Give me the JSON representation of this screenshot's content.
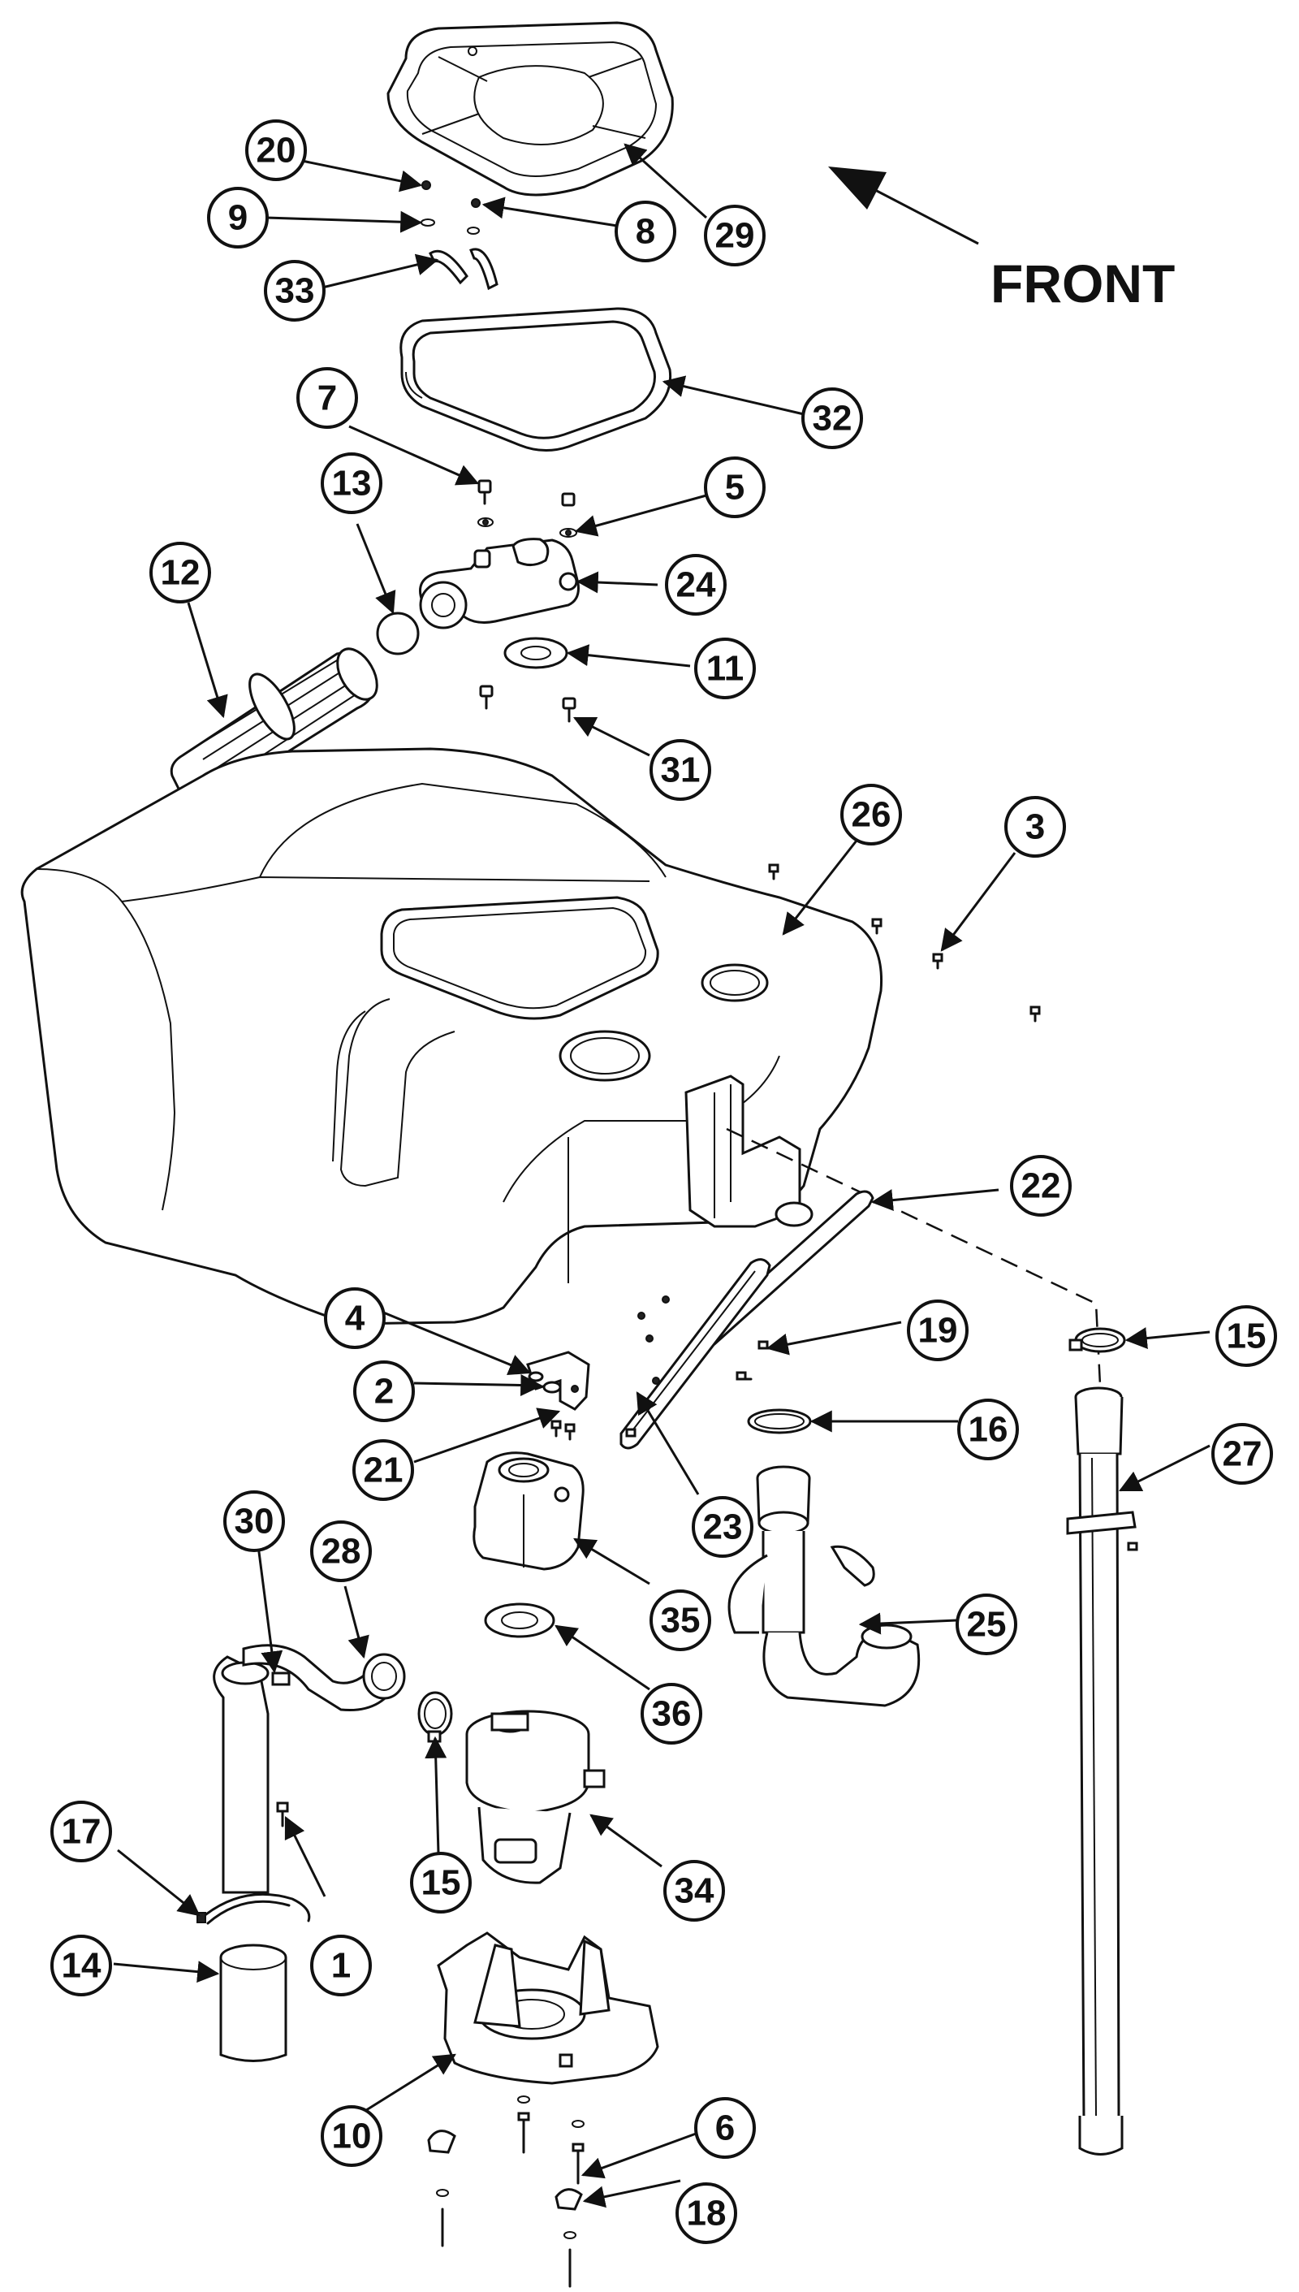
{
  "orientation": {
    "label": "FRONT"
  },
  "callouts": [
    {
      "id": "c20",
      "text": "20"
    },
    {
      "id": "c9",
      "text": "9"
    },
    {
      "id": "c33",
      "text": "33"
    },
    {
      "id": "c8",
      "text": "8"
    },
    {
      "id": "c29",
      "text": "29"
    },
    {
      "id": "c32",
      "text": "32"
    },
    {
      "id": "c7",
      "text": "7"
    },
    {
      "id": "c13",
      "text": "13"
    },
    {
      "id": "c5",
      "text": "5"
    },
    {
      "id": "c12",
      "text": "12"
    },
    {
      "id": "c24",
      "text": "24"
    },
    {
      "id": "c11",
      "text": "11"
    },
    {
      "id": "c31",
      "text": "31"
    },
    {
      "id": "c26",
      "text": "26"
    },
    {
      "id": "c3",
      "text": "3"
    },
    {
      "id": "c22",
      "text": "22"
    },
    {
      "id": "c4",
      "text": "4"
    },
    {
      "id": "c2",
      "text": "2"
    },
    {
      "id": "c19",
      "text": "19"
    },
    {
      "id": "c15a",
      "text": "15"
    },
    {
      "id": "c21",
      "text": "21"
    },
    {
      "id": "c16",
      "text": "16"
    },
    {
      "id": "c27",
      "text": "27"
    },
    {
      "id": "c23",
      "text": "23"
    },
    {
      "id": "c30",
      "text": "30"
    },
    {
      "id": "c28",
      "text": "28"
    },
    {
      "id": "c35",
      "text": "35"
    },
    {
      "id": "c25",
      "text": "25"
    },
    {
      "id": "c36",
      "text": "36"
    },
    {
      "id": "c17",
      "text": "17"
    },
    {
      "id": "c15b",
      "text": "15"
    },
    {
      "id": "c34",
      "text": "34"
    },
    {
      "id": "c1",
      "text": "1"
    },
    {
      "id": "c14",
      "text": "14"
    },
    {
      "id": "c10",
      "text": "10"
    },
    {
      "id": "c6",
      "text": "6"
    },
    {
      "id": "c18",
      "text": "18"
    }
  ]
}
